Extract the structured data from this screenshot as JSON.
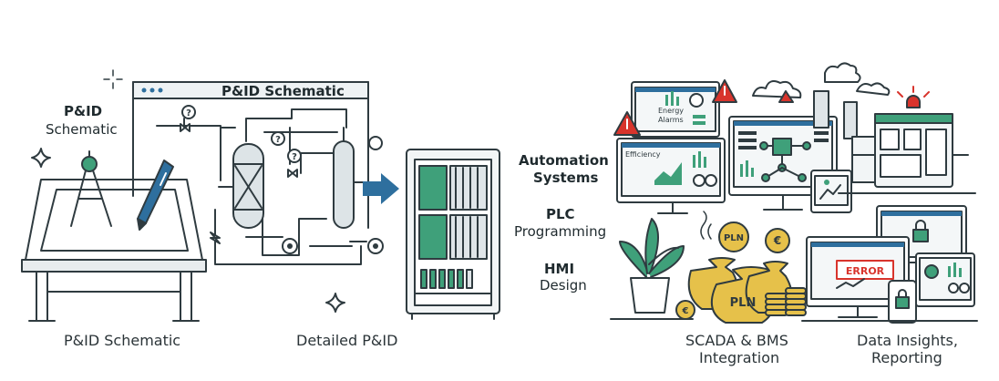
{
  "left_panel": {
    "drafting_label_title": "P&ID",
    "drafting_label_sub": "Schematic",
    "schematic_window_title": "P&ID Schematic",
    "valve_marker": "?"
  },
  "middle_column": {
    "automation_1": "Automation",
    "automation_2": "Systems",
    "plc_1": "PLC",
    "plc_2": "Programming",
    "hmi_1": "HMI",
    "hmi_2": "Design"
  },
  "right_panel": {
    "monitor_energy": "Energy",
    "monitor_alarms": "Alarms",
    "monitor_efficiency": "Efficiency",
    "coin_pln": "PLN",
    "coin_euro": "€",
    "bag_pln": "PLN",
    "error_text": "ERROR"
  },
  "captions": {
    "pid": "P&ID Schematic",
    "detailed": "Detailed P&ID",
    "scada_1": "SCADA & BMS",
    "scada_2": "Integration",
    "data_1": "Data Insights,",
    "data_2": "Reporting"
  },
  "colors": {
    "outline": "#2f3b40",
    "green": "#3fa07a",
    "blue": "#2e6f9e",
    "red": "#d8342c",
    "gold": "#e6c14a"
  }
}
